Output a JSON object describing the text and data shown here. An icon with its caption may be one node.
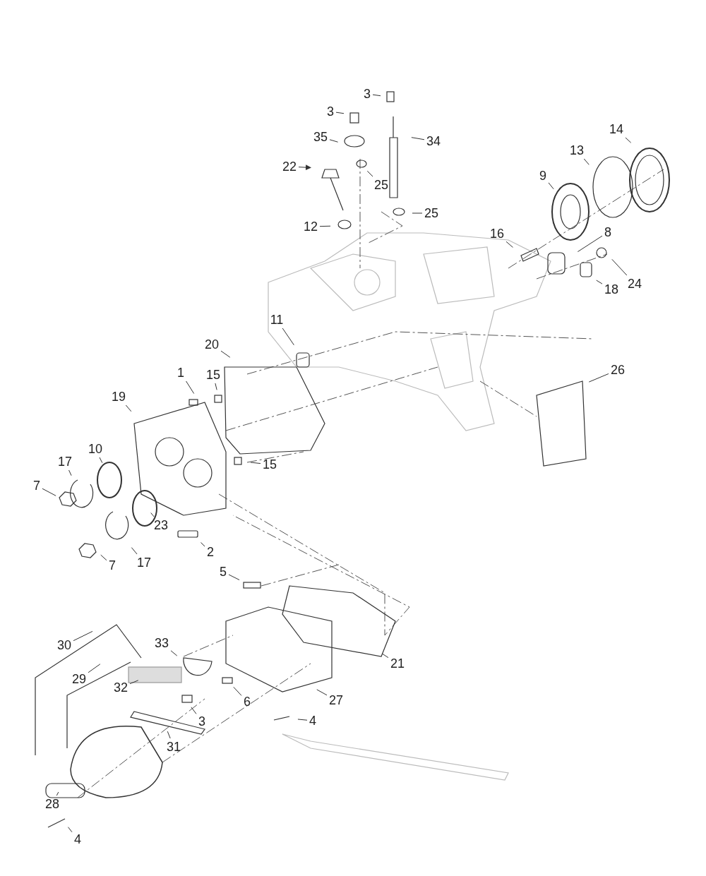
{
  "diagram": {
    "nodes": [
      {
        "text": [
          "3"
        ]
      },
      {
        "text": [
          "3"
        ]
      },
      {
        "text": [
          "35"
        ]
      },
      {
        "text": [
          "34"
        ]
      },
      {
        "text": [
          "22"
        ]
      },
      {
        "text": [
          "25"
        ]
      },
      {
        "text": [
          "14"
        ]
      },
      {
        "text": [
          "13"
        ]
      },
      {
        "text": [
          "9"
        ]
      },
      {
        "text": [
          "25"
        ]
      },
      {
        "text": [
          "12"
        ]
      },
      {
        "text": [
          "16"
        ]
      },
      {
        "text": [
          "8"
        ]
      },
      {
        "text": [
          "24"
        ]
      },
      {
        "text": [
          "18"
        ]
      },
      {
        "text": [
          "11"
        ]
      },
      {
        "text": [
          "20"
        ]
      },
      {
        "text": [
          "26"
        ]
      },
      {
        "text": [
          "1"
        ]
      },
      {
        "text": [
          "15"
        ]
      },
      {
        "text": [
          "19"
        ]
      },
      {
        "text": [
          "15"
        ]
      },
      {
        "text": [
          "10"
        ]
      },
      {
        "text": [
          "17"
        ]
      },
      {
        "text": [
          "7"
        ]
      },
      {
        "text": [
          "23"
        ]
      },
      {
        "text": [
          "2"
        ]
      },
      {
        "text": [
          "7"
        ]
      },
      {
        "text": [
          "17"
        ]
      },
      {
        "text": [
          "5"
        ]
      },
      {
        "text": [
          "33"
        ]
      },
      {
        "text": [
          "30"
        ]
      },
      {
        "text": [
          "29"
        ]
      },
      {
        "text": [
          "21"
        ]
      },
      {
        "text": [
          "32"
        ]
      },
      {
        "text": [
          "6"
        ]
      },
      {
        "text": [
          "27"
        ]
      },
      {
        "text": [
          "3"
        ]
      },
      {
        "text": [
          "4"
        ]
      },
      {
        "text": [
          "31"
        ]
      },
      {
        "text": [
          "28"
        ]
      },
      {
        "text": [
          "4"
        ]
      }
    ],
    "edges": [
      {
        "from": 0,
        "to": null,
        "arrow": "none"
      },
      {
        "from": 1,
        "to": null,
        "arrow": "none"
      },
      {
        "from": 2,
        "to": null,
        "arrow": "none"
      },
      {
        "from": 3,
        "to": null,
        "arrow": "none"
      },
      {
        "from": 4,
        "to": null,
        "arrow": "to"
      },
      {
        "from": 5,
        "to": null,
        "arrow": "none"
      },
      {
        "from": 6,
        "to": null,
        "arrow": "none"
      },
      {
        "from": 7,
        "to": null,
        "arrow": "none"
      },
      {
        "from": 8,
        "to": null,
        "arrow": "none"
      },
      {
        "from": 9,
        "to": null,
        "arrow": "none"
      },
      {
        "from": 10,
        "to": null,
        "arrow": "none"
      },
      {
        "from": 11,
        "to": null,
        "arrow": "none"
      },
      {
        "from": 12,
        "to": null,
        "arrow": "none"
      },
      {
        "from": 13,
        "to": null,
        "arrow": "none"
      },
      {
        "from": 14,
        "to": null,
        "arrow": "none"
      },
      {
        "from": 15,
        "to": null,
        "arrow": "none"
      },
      {
        "from": 16,
        "to": null,
        "arrow": "none"
      },
      {
        "from": 17,
        "to": null,
        "arrow": "none"
      },
      {
        "from": 18,
        "to": null,
        "arrow": "none"
      },
      {
        "from": 19,
        "to": null,
        "arrow": "none"
      },
      {
        "from": 20,
        "to": null,
        "arrow": "none"
      },
      {
        "from": 21,
        "to": null,
        "arrow": "none"
      },
      {
        "from": 22,
        "to": null,
        "arrow": "none"
      },
      {
        "from": 23,
        "to": null,
        "arrow": "none"
      },
      {
        "from": 24,
        "to": null,
        "arrow": "none"
      },
      {
        "from": 25,
        "to": null,
        "arrow": "none"
      },
      {
        "from": 26,
        "to": null,
        "arrow": "none"
      },
      {
        "from": 27,
        "to": null,
        "arrow": "none"
      },
      {
        "from": 28,
        "to": null,
        "arrow": "none"
      },
      {
        "from": 29,
        "to": null,
        "arrow": "none"
      },
      {
        "from": 30,
        "to": null,
        "arrow": "none"
      },
      {
        "from": 31,
        "to": null,
        "arrow": "none"
      },
      {
        "from": 32,
        "to": null,
        "arrow": "none"
      },
      {
        "from": 33,
        "to": null,
        "arrow": "none"
      },
      {
        "from": 34,
        "to": null,
        "arrow": "none"
      },
      {
        "from": 35,
        "to": null,
        "arrow": "none"
      },
      {
        "from": 36,
        "to": null,
        "arrow": "none"
      },
      {
        "from": 37,
        "to": null,
        "arrow": "none"
      },
      {
        "from": 38,
        "to": null,
        "arrow": "none"
      },
      {
        "from": 39,
        "to": null,
        "arrow": "none"
      },
      {
        "from": 40,
        "to": null,
        "arrow": "none"
      },
      {
        "from": 41,
        "to": null,
        "arrow": "none"
      }
    ]
  }
}
